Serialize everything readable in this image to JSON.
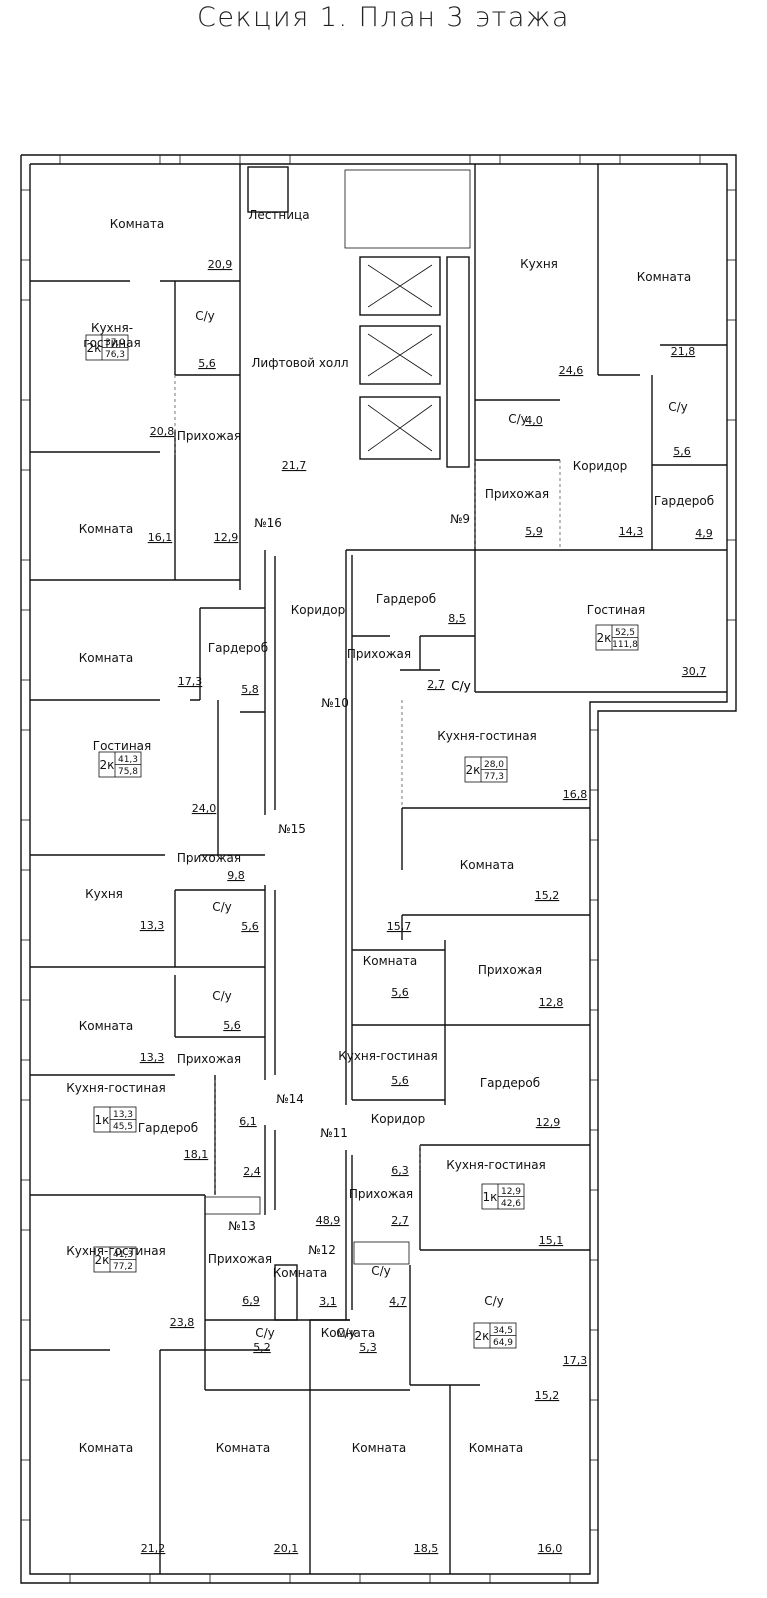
{
  "title": "Секция 1. План 3 этажа",
  "rooms": [
    {
      "label": "Комната"
    },
    {
      "label": "Кухня-\nгостиная"
    },
    {
      "label": "С/у"
    },
    {
      "label": "Прихожая"
    },
    {
      "label": "Комната"
    },
    {
      "label": "Комната"
    },
    {
      "label": "Гардероб"
    },
    {
      "label": "Гостиная"
    },
    {
      "label": "Прихожая"
    },
    {
      "label": "Кухня"
    },
    {
      "label": "С/у"
    },
    {
      "label": "С/у"
    },
    {
      "label": "Комната"
    },
    {
      "label": "Прихожая"
    },
    {
      "label": "Кухня-гостиная"
    },
    {
      "label": "Гардероб"
    },
    {
      "label": "Кухня-гостиная"
    },
    {
      "label": "Прихожая"
    },
    {
      "label": "Комната"
    },
    {
      "label": "С/у"
    },
    {
      "label": "Комната"
    },
    {
      "label": "С/у"
    },
    {
      "label": "Комната"
    },
    {
      "label": "Лестница"
    },
    {
      "label": "Лифтовой холл"
    },
    {
      "label": "Коридор"
    },
    {
      "label": "Кухня"
    },
    {
      "label": "Комната"
    },
    {
      "label": "С/у"
    },
    {
      "label": "С/у"
    },
    {
      "label": "Коридор"
    },
    {
      "label": "Прихожая"
    },
    {
      "label": "Гардероб"
    },
    {
      "label": "Гостиная"
    },
    {
      "label": "Гардероб"
    },
    {
      "label": "Прихожая"
    },
    {
      "label": "С/у"
    },
    {
      "label": "Кухня-гостиная"
    },
    {
      "label": "Комната"
    },
    {
      "label": "Комната"
    },
    {
      "label": "Прихожая"
    },
    {
      "label": "Кухня-гостиная"
    },
    {
      "label": "Гардероб"
    },
    {
      "label": "Коридор"
    },
    {
      "label": "Кухня-гостиная"
    },
    {
      "label": "Прихожая"
    },
    {
      "label": "С/у"
    },
    {
      "label": "С/у"
    },
    {
      "label": "Комната"
    },
    {
      "label": "Комната"
    },
    {
      "label": "Комната"
    },
    {
      "label": "Комната"
    }
  ],
  "areas": [
    "20,9",
    "20,8",
    "5,6",
    "16,1",
    "12,9",
    "17,3",
    "5,8",
    "24,0",
    "9,8",
    "13,3",
    "5,6",
    "5,6",
    "13,3",
    "6,1",
    "18,1",
    "2,4",
    "23,8",
    "6,9",
    "5,2",
    "21,2",
    "5,3",
    "20,1",
    "15,2",
    "21,7",
    "24,6",
    "21,8",
    "4,0",
    "5,6",
    "14,3",
    "5,9",
    "4,9",
    "8,5",
    "30,7",
    "2,7",
    "16,8",
    "15,2",
    "15,7",
    "5,6",
    "12,8",
    "5,6",
    "12,9",
    "6,3",
    "15,1",
    "2,7",
    "4,7",
    "3,1",
    "48,9",
    "17,3",
    "18,5",
    "16,0"
  ],
  "tags": [
    {
      "type": "2к",
      "living": "37,0",
      "total": "76,3"
    },
    {
      "type": "2к",
      "living": "41,3",
      "total": "75,8"
    },
    {
      "type": "1к",
      "living": "13,3",
      "total": "45,5"
    },
    {
      "type": "2к",
      "living": "41,3",
      "total": "77,2"
    },
    {
      "type": "2к",
      "living": "52,5",
      "total": "111,8"
    },
    {
      "type": "2к",
      "living": "28,0",
      "total": "77,3"
    },
    {
      "type": "1к",
      "living": "12,9",
      "total": "42,6"
    },
    {
      "type": "2к",
      "living": "34,5",
      "total": "64,9"
    }
  ],
  "door_numbers": [
    "№16",
    "№9",
    "№10",
    "№15",
    "№14",
    "№11",
    "№13",
    "№12"
  ],
  "labels_extra": [
    {
      "label": "С/у"
    }
  ]
}
